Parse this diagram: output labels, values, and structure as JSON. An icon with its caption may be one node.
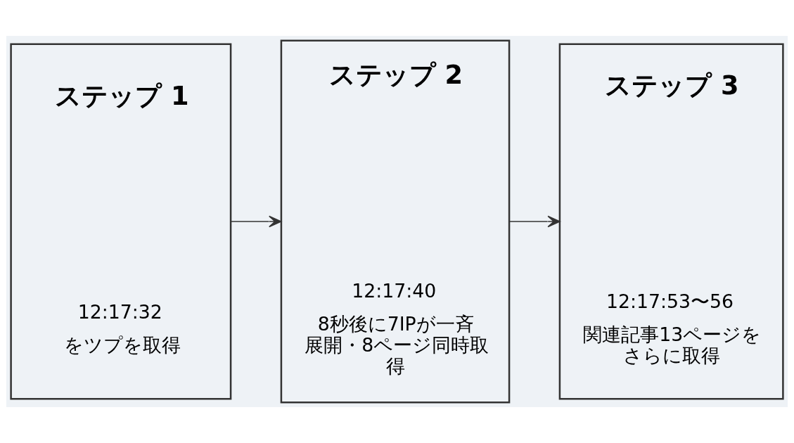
{
  "diagram": {
    "nodes": [
      {
        "text": [
          "ステップ 1",
          "12:17:32",
          "をツプを取得"
        ]
      },
      {
        "text": [
          "ステップ 2",
          "12:17:40",
          "8秒後に7IPが一斉展開・8ページ同時取得"
        ]
      },
      {
        "text": [
          "ステップ 3",
          "12:17:53〜56",
          "関連記事13ページをさらに取得"
        ]
      }
    ],
    "edges": [
      {
        "from": 0,
        "to": 1,
        "arrow": "to"
      },
      {
        "from": 1,
        "to": 2,
        "arrow": "to"
      }
    ]
  }
}
